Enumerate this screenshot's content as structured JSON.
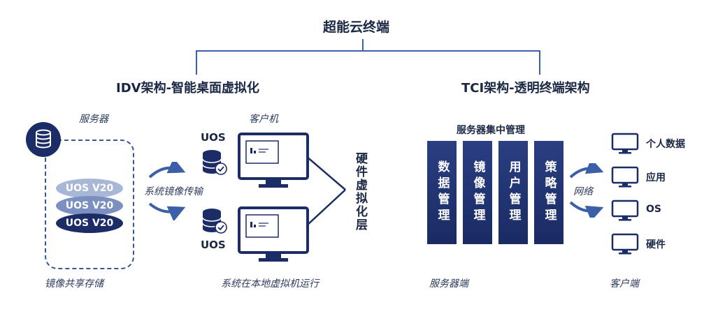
{
  "title": "超能云终端",
  "idv": {
    "title": "IDV架构-智能桌面虚拟化",
    "server_caption": "服务器",
    "client_caption": "客户机",
    "storage_caption": "镜像共享存储",
    "pills": [
      "UOS V20",
      "UOS V20",
      "UOS V20"
    ],
    "transfer_caption": "系统镜像传输",
    "uos_top": "UOS",
    "uos_bottom": "UOS",
    "hw_layer": "硬件虚拟化层",
    "run_caption": "系统在本地虚拟机运行"
  },
  "tci": {
    "title": "TCI架构-透明终端架构",
    "server_mgmt": "服务器集中管理",
    "columns": [
      "数据管理",
      "镜像管理",
      "用户管理",
      "策略管理"
    ],
    "network": "网络",
    "clients": [
      "个人数据",
      "应用",
      "OS",
      "硬件"
    ],
    "server_caption": "服务器端",
    "client_caption": "客户端"
  },
  "colors": {
    "navy": "#1b2c66",
    "pill_light": "#a9b7d6",
    "pill_mid": "#7b8fc0",
    "pill_dark": "#1b2c66",
    "arrow": "#3b5fa8"
  }
}
